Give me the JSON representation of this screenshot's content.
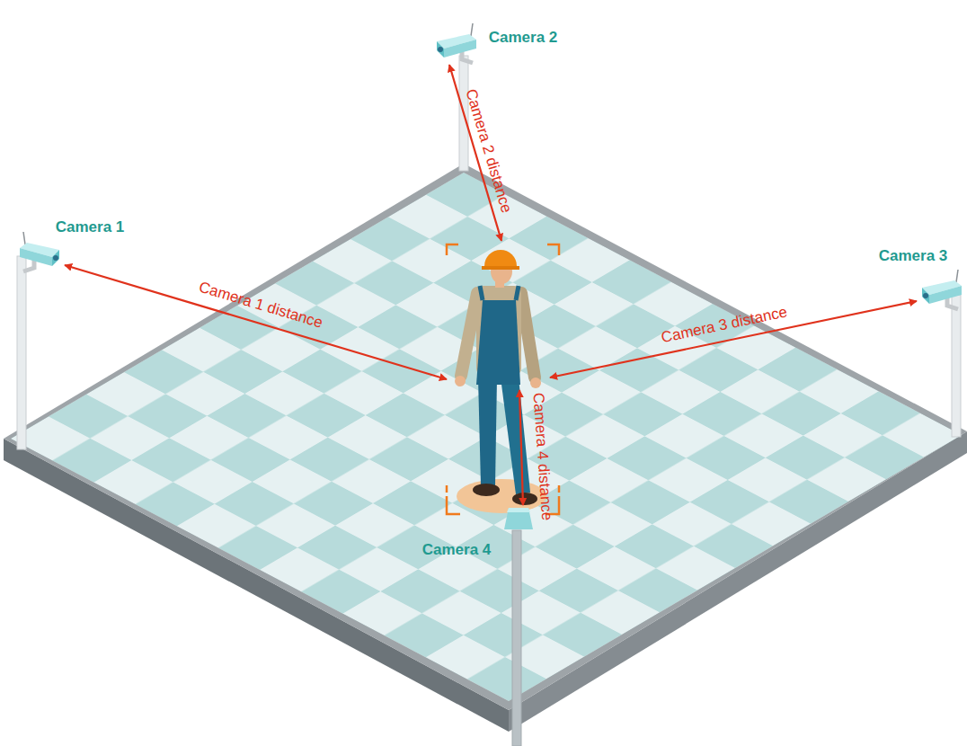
{
  "diagram": {
    "labels": [
      "Camera 2",
      "Camera 2 distance",
      "Camera 1",
      "Camera 3",
      "Camera 1 distance",
      "Camera 3 distance",
      "Camera 4 distance",
      "Camera 4"
    ]
  }
}
